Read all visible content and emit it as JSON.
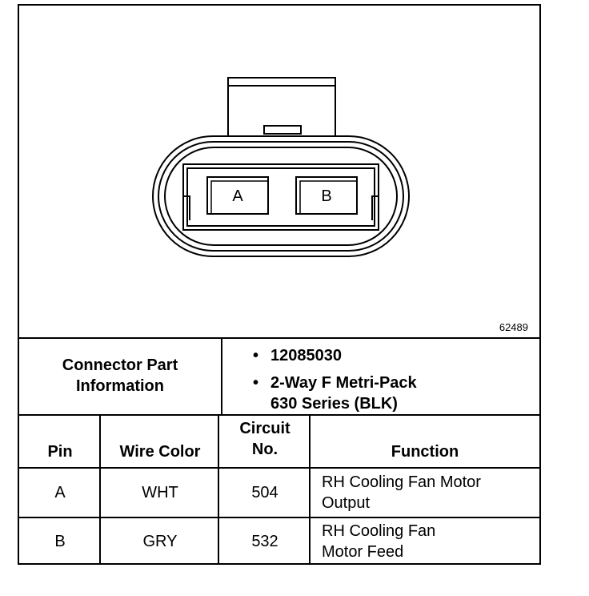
{
  "diagram": {
    "figure_id": "62489",
    "pins": [
      "A",
      "B"
    ]
  },
  "connector_info": {
    "label_line1": "Connector Part",
    "label_line2": "Information",
    "bullet": "•",
    "items": [
      {
        "line1": "12085030",
        "line2": ""
      },
      {
        "line1": "2-Way F Metri-Pack",
        "line2": "630 Series (BLK)"
      }
    ]
  },
  "table": {
    "headers": {
      "pin": "Pin",
      "wire_color": "Wire Color",
      "circuit_line1": "Circuit",
      "circuit_line2": "No.",
      "function": "Function"
    },
    "rows": [
      {
        "pin": "A",
        "wire_color": "WHT",
        "circuit": "504",
        "function_line1": "RH Cooling Fan Motor",
        "function_line2": "Output"
      },
      {
        "pin": "B",
        "wire_color": "GRY",
        "circuit": "532",
        "function_line1": "RH Cooling Fan",
        "function_line2": "Motor Feed"
      }
    ]
  }
}
